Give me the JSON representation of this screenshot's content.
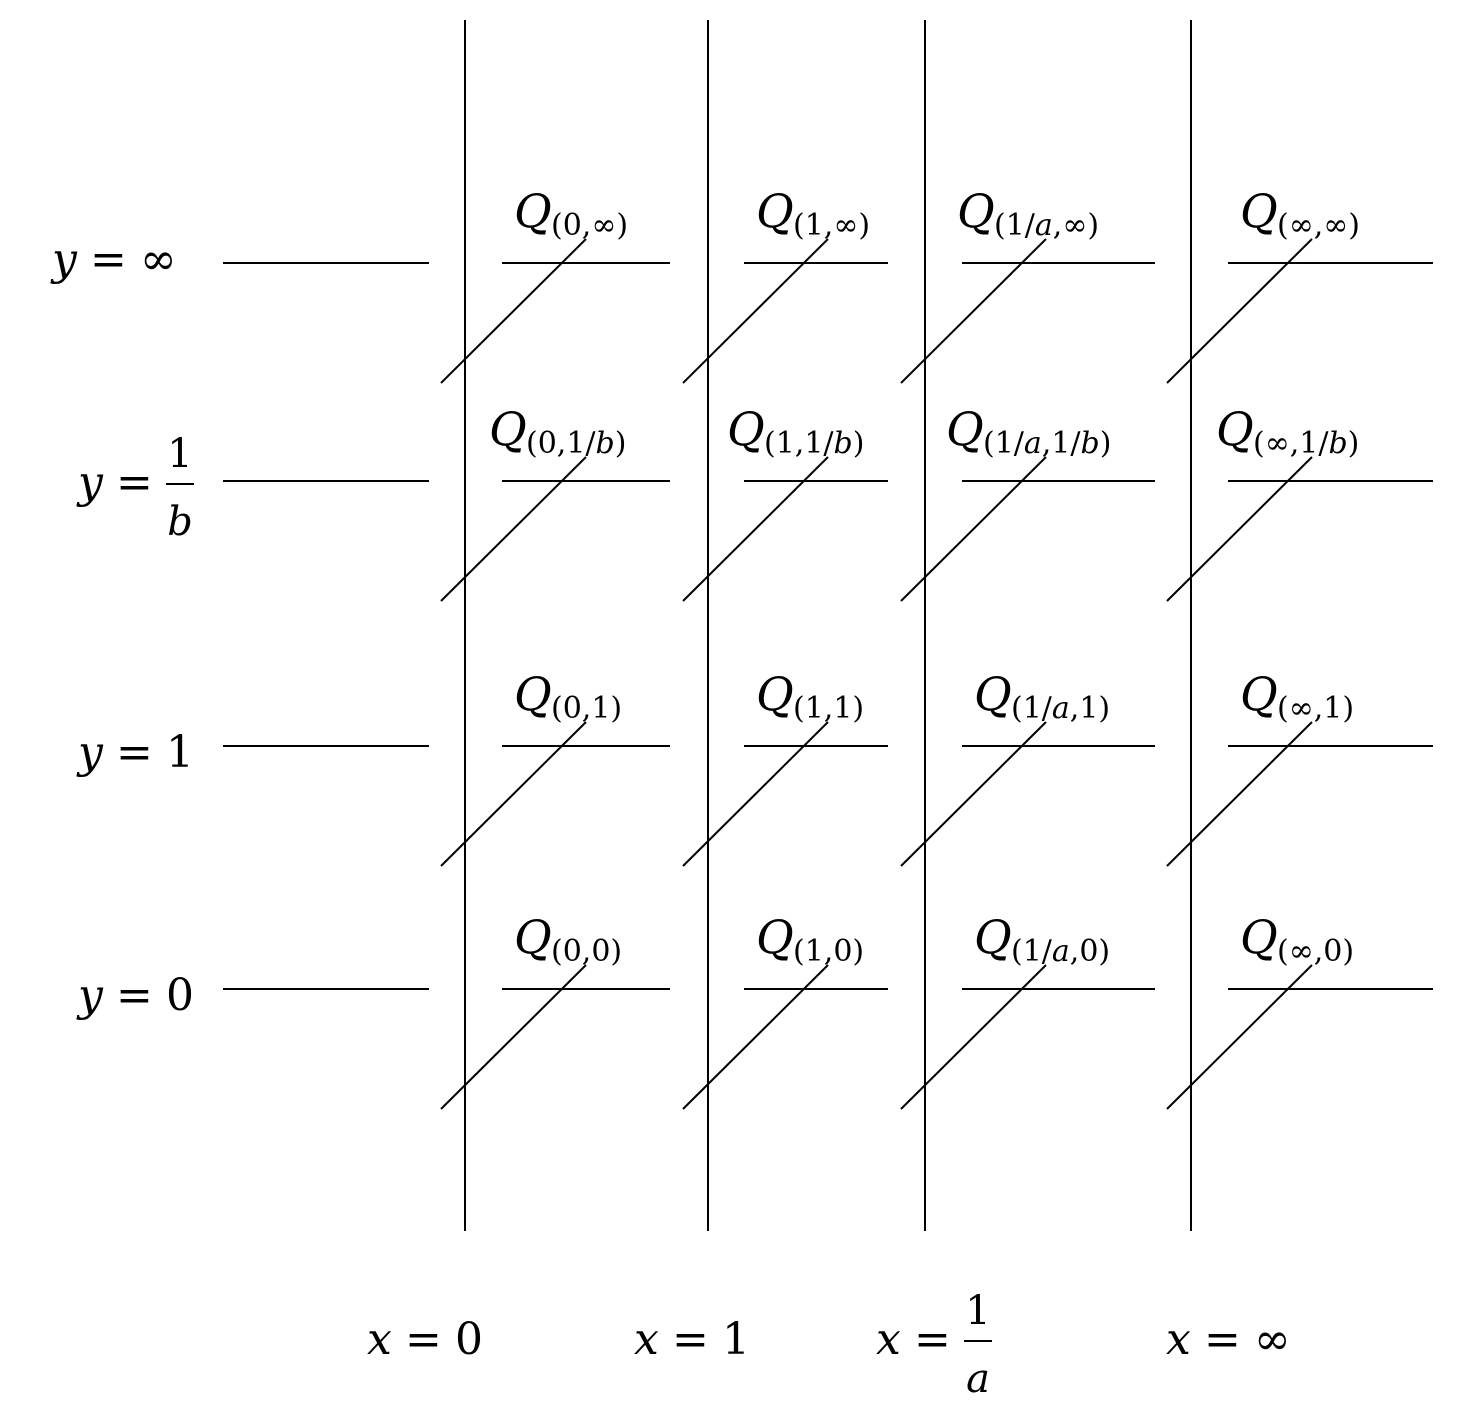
{
  "row_labels": [
    {
      "id": "inf",
      "var": "y",
      "eq": "=",
      "value": "∞"
    },
    {
      "id": "invb",
      "var": "y",
      "eq": "=",
      "num": "1",
      "den": "b"
    },
    {
      "id": "one",
      "var": "y",
      "eq": "=",
      "value": "1"
    },
    {
      "id": "zero",
      "var": "y",
      "eq": "=",
      "value": "0"
    }
  ],
  "column_labels": [
    {
      "id": "zero",
      "var": "x",
      "eq": "=",
      "value": "0"
    },
    {
      "id": "one",
      "var": "x",
      "eq": "=",
      "value": "1"
    },
    {
      "id": "inva",
      "var": "x",
      "eq": "=",
      "num": "1",
      "den": "a"
    },
    {
      "id": "inf",
      "var": "x",
      "eq": "=",
      "value": "∞"
    }
  ],
  "point_symbol": "Q",
  "point_subscripts": [
    [
      "(0,∞)",
      "(1,∞)",
      "(1/a,∞)",
      "(∞,∞)"
    ],
    [
      "(0,1/b)",
      "(1,1/b)",
      "(1/a,1/b)",
      "(∞,1/b)"
    ],
    [
      "(0,1)",
      "(1,1)",
      "(1/a,1)",
      "(∞,1)"
    ],
    [
      "(0,0)",
      "(1,0)",
      "(1/a,0)",
      "(∞,0)"
    ]
  ]
}
